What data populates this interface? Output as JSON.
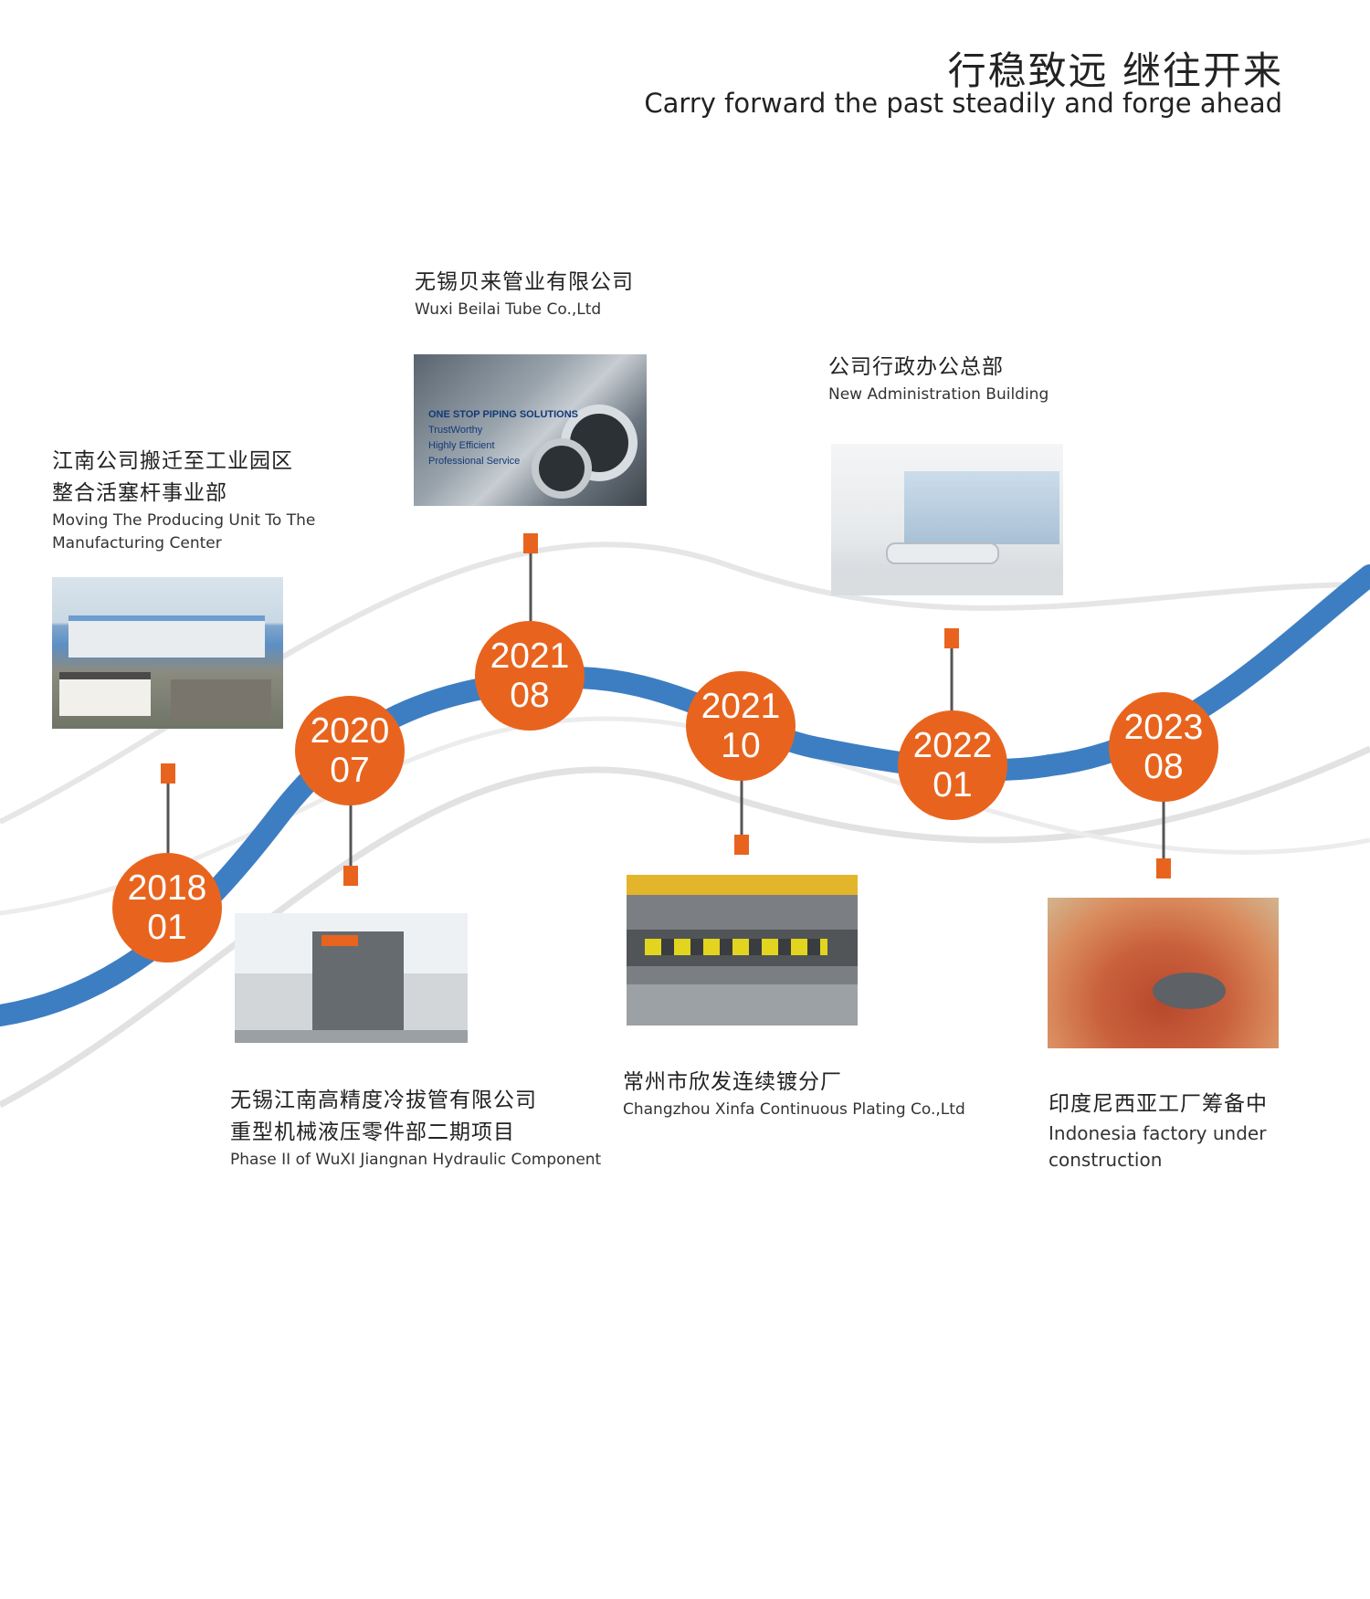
{
  "header": {
    "title_zh": "行稳致远 继往开来",
    "title_en": "Carry forward the past steadily and forge ahead"
  },
  "colors": {
    "wave_blue": "#3d7ec2",
    "accent_orange": "#e8641e",
    "connector_gray": "#555555",
    "swoosh_gray": "#e0e0e0"
  },
  "milestones": [
    {
      "year": "2018",
      "month": "01",
      "zh": [
        "江南公司搬迁至工业园区",
        "整合活塞杆事业部"
      ],
      "en": [
        "Moving The Producing Unit To The",
        "Manufacturing Center"
      ]
    },
    {
      "year": "2020",
      "month": "07",
      "zh": [
        "无锡江南高精度冷拔管有限公司",
        "重型机械液压零件部二期项目"
      ],
      "en": [
        "Phase II of WuXI Jiangnan Hydraulic Component"
      ]
    },
    {
      "year": "2021",
      "month": "08",
      "zh": [
        "无锡贝来管业有限公司"
      ],
      "en": [
        "Wuxi Beilai Tube Co.,Ltd"
      ],
      "photo_text": [
        "ONE STOP PIPING SOLUTIONS",
        "TrustWorthy",
        "Highly Efficient",
        "Professional Service"
      ]
    },
    {
      "year": "2021",
      "month": "10",
      "zh": [
        "常州市欣发连续镀分厂"
      ],
      "en": [
        "Changzhou Xinfa Continuous Plating Co.,Ltd"
      ]
    },
    {
      "year": "2022",
      "month": "01",
      "zh": [
        "公司行政办公总部"
      ],
      "en": [
        "New Administration Building"
      ]
    },
    {
      "year": "2023",
      "month": "08",
      "zh": [
        "印度尼西亚工厂筹备中"
      ],
      "en": [
        "Indonesia factory under",
        "construction"
      ]
    }
  ]
}
